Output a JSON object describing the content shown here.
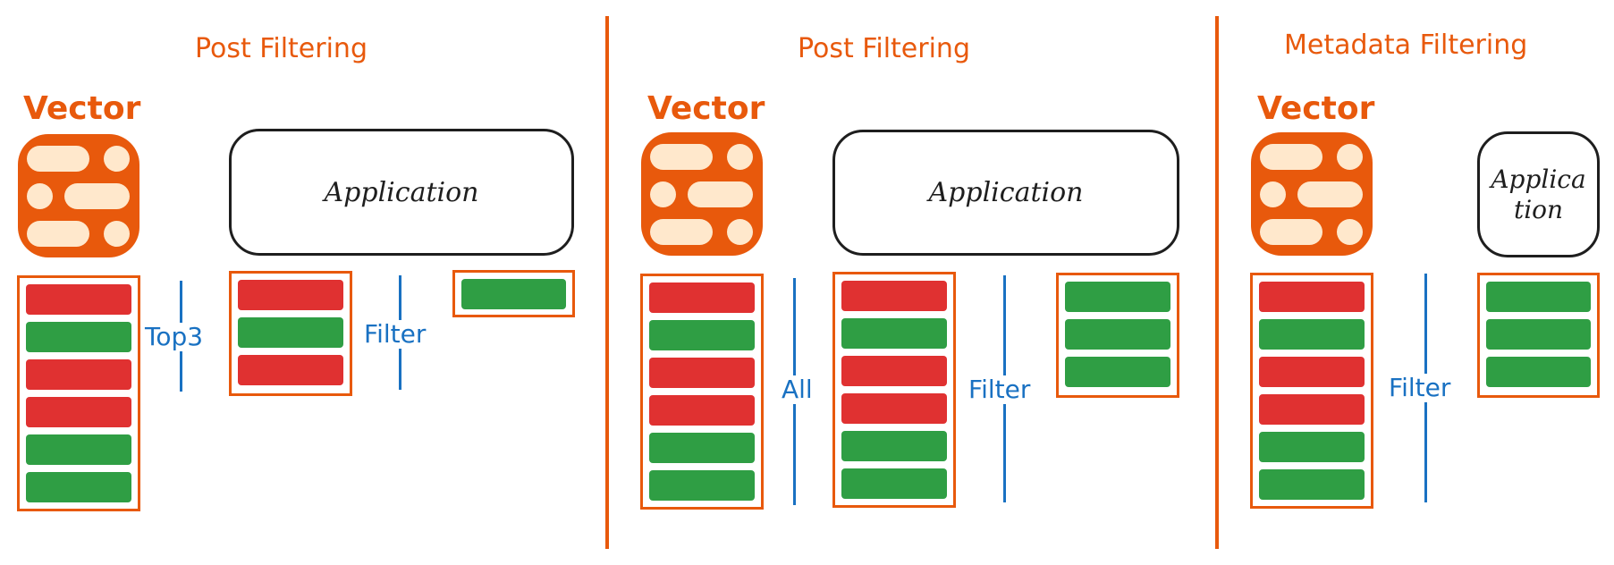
{
  "colors": {
    "accent": "#e8590c",
    "pill": "#ffe8cc",
    "red": "#e03131",
    "green": "#2f9e44",
    "blue": "#1971c2",
    "ink": "#1e1e1e"
  },
  "panels": [
    {
      "title": "Post Filtering",
      "vector_label": "Vector",
      "app_label": "Application",
      "stacks": [
        [
          "red",
          "green",
          "red",
          "red",
          "green",
          "green"
        ],
        [
          "red",
          "green",
          "red"
        ],
        [
          "green"
        ]
      ],
      "ops": [
        "Top3",
        "Filter"
      ]
    },
    {
      "title": "Post Filtering",
      "vector_label": "Vector",
      "app_label": "Application",
      "stacks": [
        [
          "red",
          "green",
          "red",
          "red",
          "green",
          "green"
        ],
        [
          "red",
          "green",
          "red",
          "red",
          "green",
          "green"
        ],
        [
          "green",
          "green",
          "green"
        ]
      ],
      "ops": [
        "All",
        "Filter"
      ]
    },
    {
      "title": "Metadata Filtering",
      "vector_label": "Vector",
      "app_label_lines": [
        "Applica",
        "tion"
      ],
      "stacks": [
        [
          "red",
          "green",
          "red",
          "red",
          "green",
          "green"
        ],
        [
          "green",
          "green",
          "green"
        ]
      ],
      "ops": [
        "Filter"
      ]
    }
  ]
}
